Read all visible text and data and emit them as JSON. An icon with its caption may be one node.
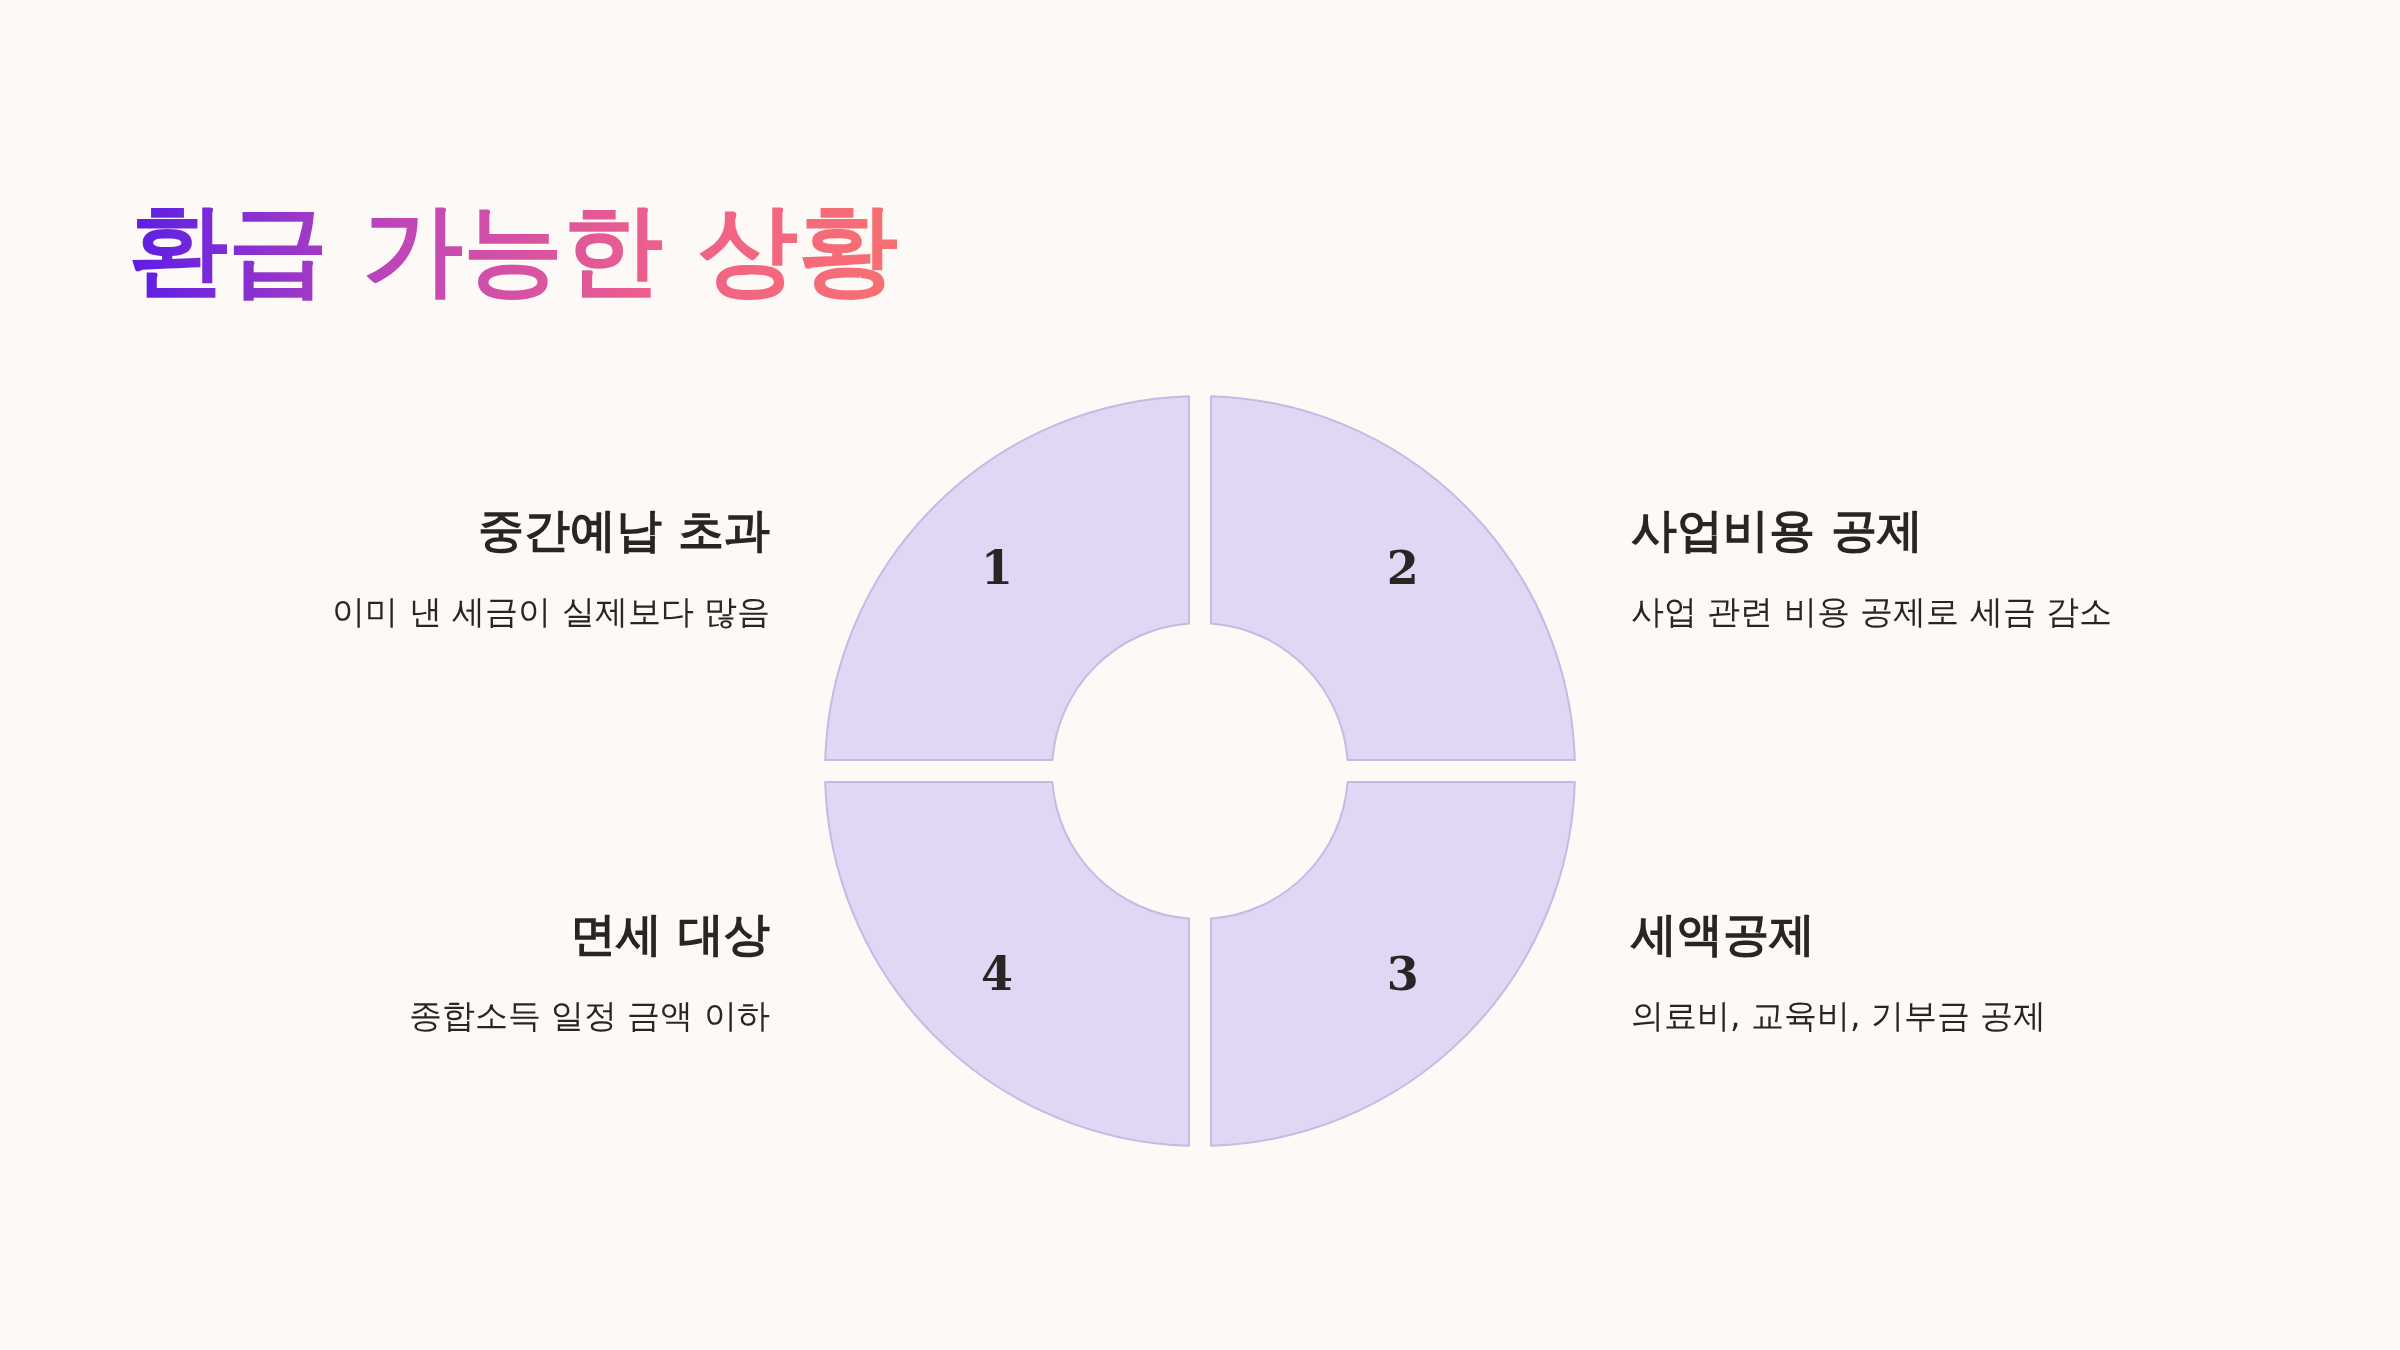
{
  "diagram": {
    "title": "환급 가능한 상황",
    "nodes": [
      {
        "text": [
          "1"
        ],
        "beside": [
          "중간예납 초과",
          "이미 낸 세금이 실제보다 많음"
        ]
      },
      {
        "text": [
          "2"
        ],
        "beside": [
          "사업비용 공제",
          "사업 관련 비용 공제로 세금 감소"
        ]
      },
      {
        "text": [
          "3"
        ],
        "beside": [
          "세액공제",
          "의료비, 교육비, 기부금 공제"
        ]
      },
      {
        "text": [
          "4"
        ],
        "beside": [
          "면세 대상",
          "종합소득 일정 금액 이하"
        ]
      }
    ]
  }
}
